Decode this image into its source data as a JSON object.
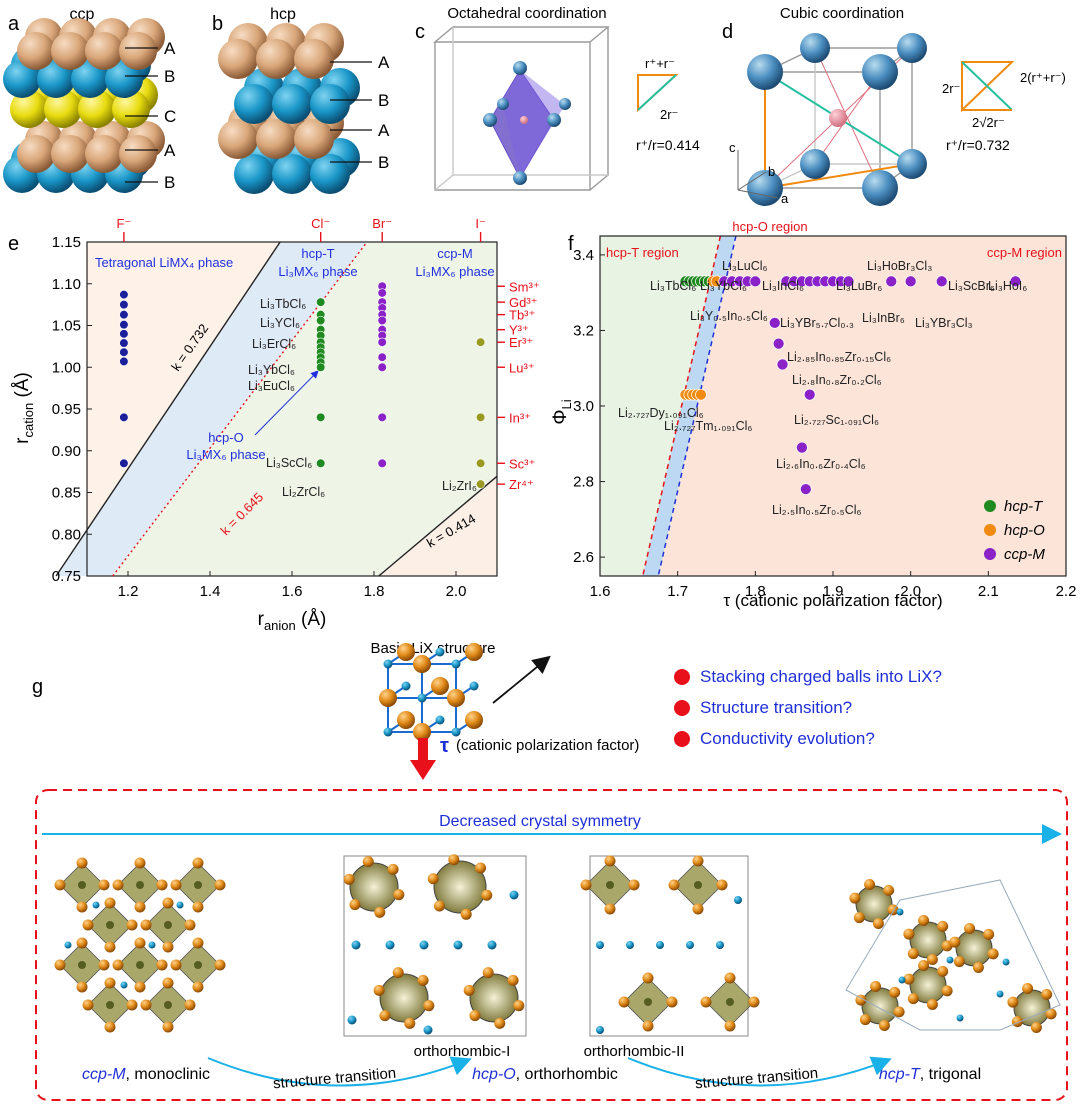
{
  "panels": {
    "a": {
      "letter": "a",
      "title": "ccp",
      "layers": [
        "A",
        "B",
        "C",
        "A",
        "B"
      ]
    },
    "b": {
      "letter": "b",
      "title": "hcp",
      "layers": [
        "A",
        "B",
        "A",
        "B"
      ]
    },
    "c": {
      "letter": "c",
      "title": "Octahedral coordination",
      "triangle_top": "r⁺+r⁻",
      "triangle_side": "2r⁻",
      "ratio": "r⁺/r=0.414"
    },
    "d": {
      "letter": "d",
      "title": "Cubic coordination",
      "triangle_hyp": "2(r⁺+r⁻)",
      "triangle_side": "2r⁻",
      "triangle_base": "2√2r⁻",
      "ratio": "r⁺/r=0.732",
      "axes": [
        "c",
        "b",
        "a"
      ]
    },
    "e": {
      "letter": "e"
    },
    "f": {
      "letter": "f"
    },
    "g": {
      "letter": "g",
      "basic_title": "Basic LiX structure",
      "tau_symbol": "τ",
      "tau_label": "(cationic polarization factor)",
      "questions": [
        "Stacking charged balls into LiX?",
        "Structure transition?",
        "Conductivity evolution?"
      ],
      "banner": "Decreased crystal symmetry",
      "sub_labels": [
        "orthorhombic-I",
        "orthorhombic-II"
      ],
      "phases": [
        {
          "italic": "ccp-M",
          "rest": ", monoclinic"
        },
        {
          "italic": "hcp-O",
          "rest": ", orthorhombic"
        },
        {
          "italic": "hcp-T",
          "rest": ", trigonal"
        }
      ],
      "transition_label": "structure transition"
    }
  },
  "chart_data": [
    {
      "type": "scatter",
      "panel": "e",
      "xlabel": "r_anion (Å)",
      "ylabel": "r_cation (Å)",
      "xlim": [
        1.1,
        2.1
      ],
      "ylim": [
        0.75,
        1.15
      ],
      "xticks": [
        "1.2",
        "1.4",
        "1.6",
        "1.8",
        "2.0"
      ],
      "yticks": [
        "0.75",
        "0.80",
        "0.85",
        "0.90",
        "0.95",
        "1.00",
        "1.05",
        "1.10",
        "1.15"
      ],
      "top_anions": [
        {
          "label": "F⁻",
          "x": 1.19
        },
        {
          "label": "Cl⁻",
          "x": 1.67
        },
        {
          "label": "Br⁻",
          "x": 1.82
        },
        {
          "label": "I⁻",
          "x": 2.06
        }
      ],
      "right_cations": [
        {
          "label": "Sm³⁺",
          "y": 1.097
        },
        {
          "label": "Gd³⁺",
          "y": 1.078
        },
        {
          "label": "Tb³⁺",
          "y": 1.063
        },
        {
          "label": "Y³⁺",
          "y": 1.045
        },
        {
          "label": "Er³⁺",
          "y": 1.03
        },
        {
          "label": "Lu³⁺",
          "y": 1.0
        },
        {
          "label": "In³⁺",
          "y": 0.94
        },
        {
          "label": "Sc³⁺",
          "y": 0.885
        },
        {
          "label": "Zr⁴⁺",
          "y": 0.86
        }
      ],
      "regions": [
        "Tetragonal LiMX₄ phase",
        "hcp-T",
        "Li₃MX₆ phase",
        "ccp-M",
        "Li₃MX₆ phase",
        "hcp-O",
        "Li₃MX₆ phase"
      ],
      "lines": [
        {
          "label": "k = 0.732",
          "k": 0.732
        },
        {
          "label": "k = 0.645",
          "k": 0.645
        },
        {
          "label": "k = 0.414",
          "k": 0.414
        }
      ],
      "series": [
        {
          "color": "#1c1f9a",
          "x": [
            1.19,
            1.19,
            1.19,
            1.19,
            1.19,
            1.19,
            1.19,
            1.19,
            1.19,
            1.19
          ],
          "y": [
            1.087,
            1.075,
            1.063,
            1.051,
            1.04,
            1.029,
            1.018,
            1.007,
            0.94,
            0.885
          ]
        },
        {
          "color": "#1f8a1f",
          "x": [
            1.67,
            1.67,
            1.67,
            1.67,
            1.67,
            1.67,
            1.67,
            1.67,
            1.67,
            1.67,
            1.67,
            1.67,
            1.67
          ],
          "y": [
            1.078,
            1.063,
            1.056,
            1.045,
            1.038,
            1.03,
            1.024,
            1.018,
            1.012,
            1.006,
            1.0,
            0.94,
            0.885
          ]
        },
        {
          "color": "#8a22c8",
          "x": [
            1.82,
            1.82,
            1.82,
            1.82,
            1.82,
            1.82,
            1.82,
            1.82,
            1.82,
            1.82,
            1.82,
            1.82,
            1.82
          ],
          "y": [
            1.097,
            1.089,
            1.078,
            1.071,
            1.063,
            1.056,
            1.045,
            1.038,
            1.03,
            1.012,
            1.0,
            0.94,
            0.885
          ]
        },
        {
          "color": "#9a9a22",
          "x": [
            2.06,
            2.06,
            2.06,
            2.06
          ],
          "y": [
            1.03,
            0.94,
            0.885,
            0.86
          ]
        }
      ],
      "annotations": [
        "Li₃TbCl₆",
        "Li₃YCl₆",
        "Li₃ErCl₆",
        "Li₃YbCl₆",
        "Li₃EuCl₆",
        "Li₃ScCl₆",
        "Li₂ZrCl₆",
        "Li₂ZrI₆"
      ]
    },
    {
      "type": "scatter",
      "panel": "f",
      "xlabel": "τ (cationic polarization factor)",
      "ylabel": "Φ_Li",
      "xlim": [
        1.6,
        2.2
      ],
      "ylim": [
        2.55,
        3.45
      ],
      "xticks": [
        "1.6",
        "1.7",
        "1.8",
        "1.9",
        "2.0",
        "2.1",
        "2.2"
      ],
      "yticks": [
        "2.6",
        "2.8",
        "3.0",
        "3.2",
        "3.4"
      ],
      "regions": [
        "hcp-T region",
        "hcp-O region",
        "ccp-M region"
      ],
      "legend": {
        "position": "bottom-right",
        "entries": [
          {
            "name": "hcp-T",
            "color": "#1f8a1f"
          },
          {
            "name": "hcp-O",
            "color": "#f08a10"
          },
          {
            "name": "ccp-M",
            "color": "#8a22c8"
          }
        ]
      },
      "series": [
        {
          "name": "hcp-T",
          "color": "#1f8a1f",
          "x": [
            1.71,
            1.715,
            1.72,
            1.725,
            1.73,
            1.735,
            1.74
          ],
          "y": [
            3.33,
            3.33,
            3.33,
            3.33,
            3.33,
            3.33,
            3.33
          ]
        },
        {
          "name": "hcp-O",
          "color": "#f08a10",
          "x": [
            1.745,
            1.75,
            1.71,
            1.715,
            1.72,
            1.725,
            1.73
          ],
          "y": [
            3.33,
            3.33,
            3.03,
            3.03,
            3.03,
            3.03,
            3.03
          ]
        },
        {
          "name": "ccp-M",
          "color": "#8a22c8",
          "x": [
            1.76,
            1.77,
            1.78,
            1.79,
            1.8,
            1.84,
            1.85,
            1.86,
            1.87,
            1.88,
            1.89,
            1.9,
            1.91,
            1.92,
            1.975,
            2.0,
            2.04,
            2.135,
            1.825,
            1.83,
            1.835,
            1.87,
            1.86,
            1.865
          ],
          "y": [
            3.33,
            3.33,
            3.33,
            3.33,
            3.33,
            3.33,
            3.33,
            3.33,
            3.33,
            3.33,
            3.33,
            3.33,
            3.33,
            3.33,
            3.33,
            3.33,
            3.33,
            3.33,
            3.22,
            3.165,
            3.11,
            3.03,
            2.89,
            2.78
          ]
        }
      ],
      "annotations": [
        "Li₃LuCl₆",
        "Li₃TbCl₆",
        "Li₃YbCl₆",
        "Li₃InCl₆",
        "Li₃LuBr₆",
        "Li₃HoBr₃Cl₃",
        "Li₃ScBr₆",
        "Li₃HoI₆",
        "Li₃Y₀.₅In₀.₅Cl₆",
        "Li₃YBr₅.₇Cl₀.₃",
        "Li₃InBr₆",
        "Li₃YBr₃Cl₃",
        "Li₂.₈₅In₀.₈₅Zr₀.₁₅Cl₆",
        "Li₂.₈In₀.₈Zr₀.₂Cl₆",
        "Li₂.₇₂₇Dy₁.₀₉₁Cl₆",
        "Li₂.₇₂₇Tm₁.₀₉₁Cl₆",
        "Li₂.₇₂₇Sc₁.₀₉₁Cl₆",
        "Li₂.₆In₀.₆Zr₀.₄Cl₆",
        "Li₂.₅In₀.₅Zr₀.₅Cl₆"
      ]
    }
  ]
}
